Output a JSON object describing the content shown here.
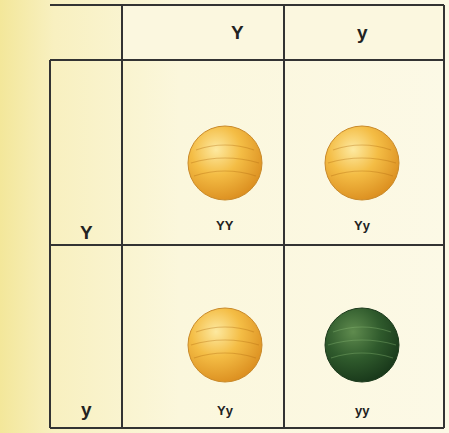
{
  "diagram": {
    "labels": [
      "Y",
      "y",
      "Y",
      "YY",
      "Yy",
      "y",
      "Yy",
      "yy"
    ]
  }
}
